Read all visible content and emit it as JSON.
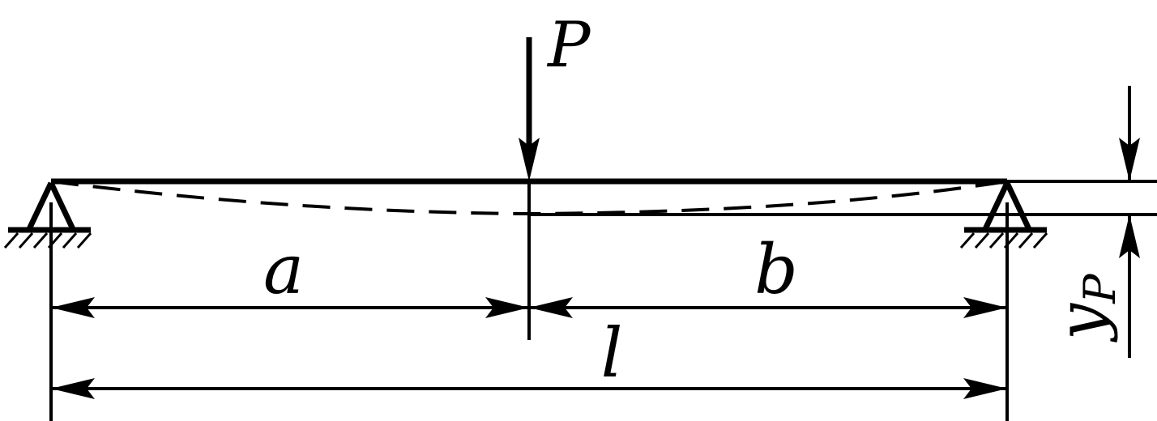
{
  "labels": {
    "load": "P",
    "span_left": "a",
    "span_right": "b",
    "span_total": "l",
    "deflection_main": "y",
    "deflection_sub": "P"
  },
  "colors": {
    "ink": "#000000",
    "background": "#ffffff"
  }
}
